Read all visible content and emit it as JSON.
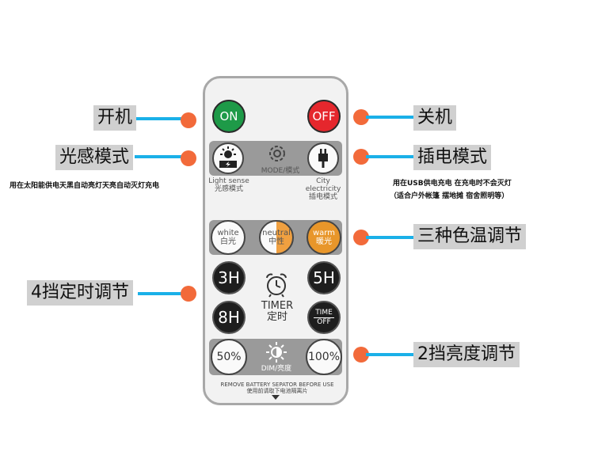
{
  "remote": {
    "on_label": "ON",
    "off_label": "OFF",
    "mode": {
      "light_sense_en": "Light sense",
      "light_sense_cn": "光感模式",
      "mode_label": "MODE/模式",
      "city_en": "City electricity",
      "city_cn": "插电模式"
    },
    "color_temp": {
      "white_en": "white",
      "white_cn": "白光",
      "neutral_en": "neutral",
      "neutral_cn": "中性",
      "warm_en": "warm",
      "warm_cn": "暖光"
    },
    "timer": {
      "b3h": "3H",
      "b5h": "5H",
      "b8h": "8H",
      "timer_en": "TIMER",
      "timer_cn": "定时",
      "time_off_1": "TIME",
      "time_off_2": "OFF"
    },
    "dim": {
      "b50": "50%",
      "b100": "100%",
      "label": "DIM/亮度"
    },
    "footer_en": "REMOVE BATTERY SEPATOR BEFORE USE",
    "footer_cn": "使用前请取下电池隔离片"
  },
  "callouts": {
    "power_on": "开机",
    "power_off": "关机",
    "light_mode": "光感模式",
    "light_mode_note": "用在太阳能供电天黑自动亮灯天亮自动灭灯充电",
    "plug_mode": "插电模式",
    "plug_mode_note_1": "用在USB供电充电 在充电时不会灭灯",
    "plug_mode_note_2": "（适合户外帐篷 摆地摊 宿舍照明等）",
    "color_temp": "三种色温调节",
    "timer": "4挡定时调节",
    "brightness": "2挡亮度调节"
  },
  "colors": {
    "on": "#1e9a48",
    "off": "#e5272d",
    "callout_dot": "#f26a3a",
    "callout_line": "#1ab0e8",
    "neutral": "#f0a040",
    "warm": "#e8962a"
  }
}
